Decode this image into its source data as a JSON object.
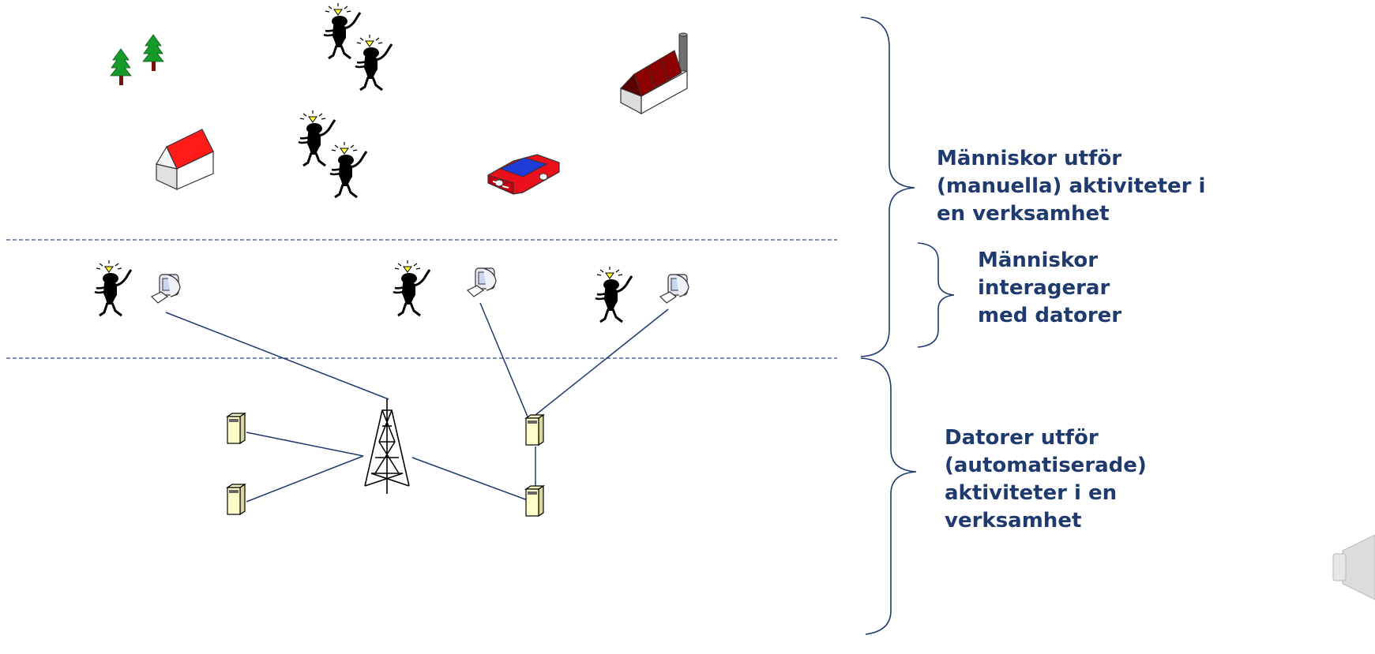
{
  "labels": {
    "people_activities": [
      "Människor utför",
      "(manuella) aktiviteter i",
      "en verksamhet"
    ],
    "people_interact": [
      "Människor",
      "interagerar",
      "med datorer"
    ],
    "computers_activities": [
      "Datorer utför",
      "(automatiserade)",
      "aktiviteter i en",
      "verksamhet"
    ]
  },
  "colors": {
    "text": "#1f3a6e",
    "divider": "#2f4b8a",
    "link": "#1f3a6e",
    "house_roof": "#ff1a1a",
    "factory_roof": "#8b0000",
    "car_body": "#e8101a",
    "car_window": "#1f3bd8",
    "tree": "#169a2a",
    "server": "#ffffcc"
  },
  "icons": [
    "tree-icon",
    "person-icon",
    "house-icon",
    "factory-icon",
    "car-icon",
    "computer-icon",
    "server-icon",
    "antenna-tower-icon",
    "speaker-icon"
  ]
}
